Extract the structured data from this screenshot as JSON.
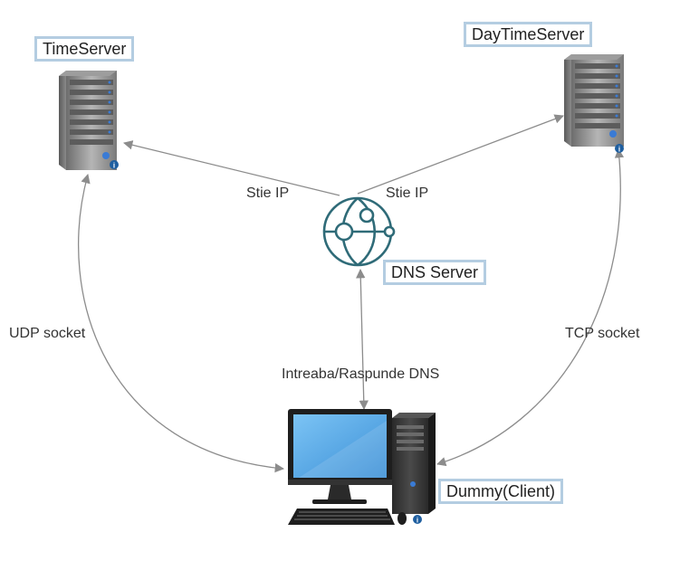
{
  "nodes": {
    "time_server": {
      "label": "TimeServer"
    },
    "daytime_server": {
      "label": "DayTimeServer"
    },
    "dns_server": {
      "label": "DNS Server"
    },
    "client": {
      "label": "Dummy(Client)"
    }
  },
  "edges": {
    "dns_to_time": {
      "label": "Stie IP"
    },
    "dns_to_daytime": {
      "label": "Stie IP"
    },
    "client_dns": {
      "label": "Intreaba/Raspunde DNS"
    },
    "client_time": {
      "label": "UDP socket"
    },
    "client_daytime": {
      "label": "TCP socket"
    }
  },
  "colors": {
    "line": "#8c8c8c",
    "label_border": "#b4cde1",
    "server_body": "#8e8e8e",
    "dns_icon": "#2f6b78",
    "screen": "#5aa9e6",
    "info_badge": "#1f5fa0"
  },
  "icons": [
    "server-icon",
    "dns-globe-icon",
    "desktop-computer-icon",
    "info-icon"
  ]
}
